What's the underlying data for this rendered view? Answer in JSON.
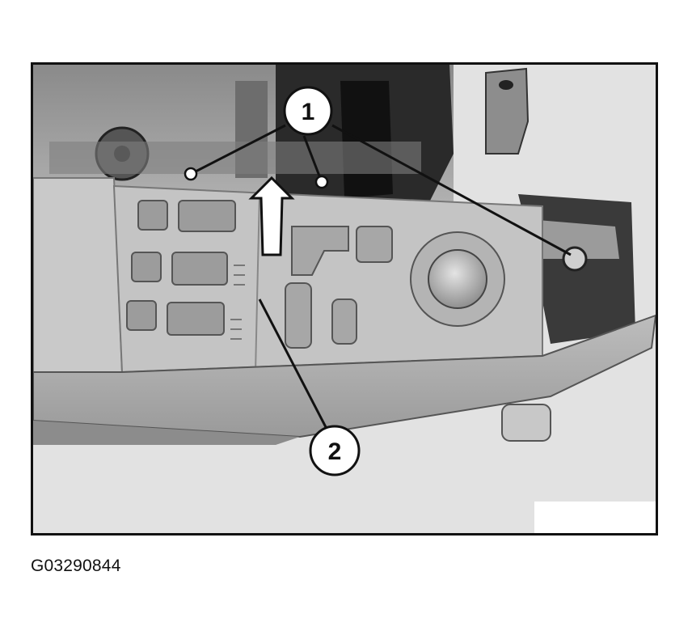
{
  "figure": {
    "id": "G03290844",
    "callouts": [
      {
        "label": "1"
      },
      {
        "label": "2"
      }
    ]
  }
}
